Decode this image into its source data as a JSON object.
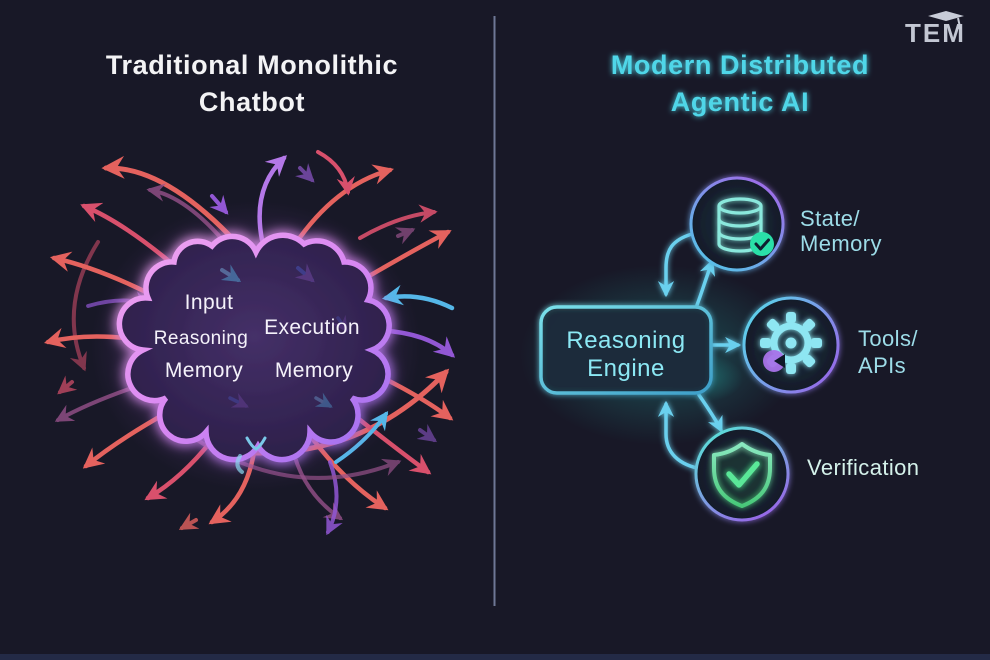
{
  "brand": {
    "logo_text": "TEM",
    "logo_icon": "graduation-cap-icon",
    "logo_color": "#c3c7d3"
  },
  "left_panel": {
    "title_line1": "Traditional Monolithic",
    "title_line2": "Chatbot",
    "title_color": "#f3f3f5",
    "brain": {
      "left_labels": [
        "Input",
        "Reasoning",
        "Memory"
      ],
      "right_labels": [
        "Execution",
        "Memory"
      ],
      "label_color": "#f5f2fa",
      "outline_colors": [
        "#f2a6f0",
        "#c97ef2",
        "#9a6cf0"
      ]
    },
    "arrow_palette": [
      "#e4625e",
      "#d8506c",
      "#9257d4",
      "#7a4cae",
      "#96518a",
      "#55b7e8",
      "#b478e8"
    ]
  },
  "right_panel": {
    "title_line1": "Modern Distributed",
    "title_line2": "Agentic AI",
    "title_color": "#50d6e8",
    "engine": {
      "label_line1": "Reasoning",
      "label_line2": "Engine",
      "text_color": "#8ce8f4",
      "border_color": "#62d4e8"
    },
    "nodes": [
      {
        "id": "state-memory",
        "icon": "database-check-icon",
        "label_line1": "State/",
        "label_line2": "Memory",
        "label_color": "#9ddce8"
      },
      {
        "id": "tools-apis",
        "icon": "gear-icon",
        "label_line1": "Tools/",
        "label_line2": "APIs",
        "label_color": "#9ddce8"
      },
      {
        "id": "verification",
        "icon": "shield-check-icon",
        "label_line1": "Verification",
        "label_line2": "",
        "label_color": "#d4f1ea"
      }
    ],
    "edges": [
      {
        "from": "reasoning-engine",
        "to": "state-memory",
        "bidirectional": true
      },
      {
        "from": "reasoning-engine",
        "to": "tools-apis",
        "bidirectional": false
      },
      {
        "from": "reasoning-engine",
        "to": "verification",
        "bidirectional": true
      }
    ],
    "arrow_color": "#6ad0ee"
  },
  "divider_color": "#7e88aa",
  "background_color": "#181827"
}
